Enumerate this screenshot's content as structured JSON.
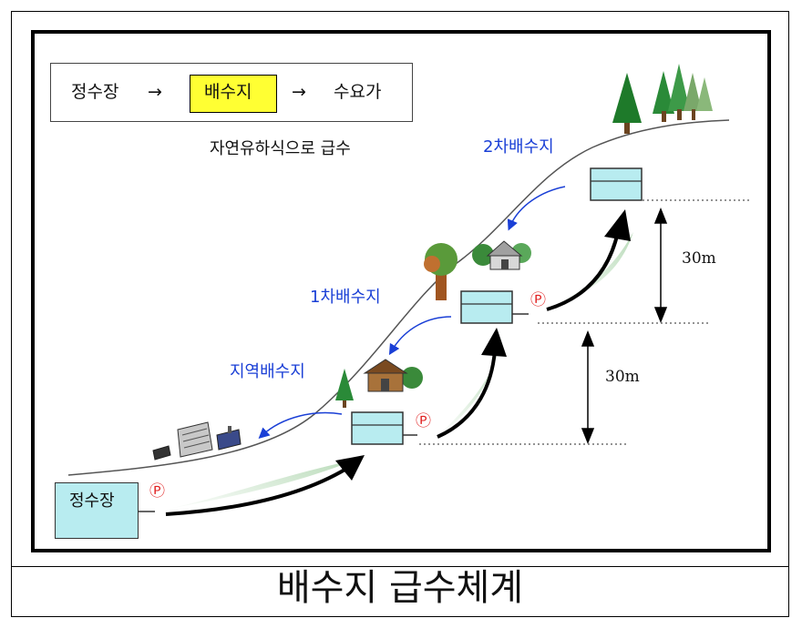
{
  "flow": {
    "source": "정수장",
    "arrow1": "→",
    "highlight": "배수지",
    "arrow2": "→",
    "destination": "수요가"
  },
  "note": "자연유하식으로 급수",
  "labels": {
    "secondary_reservoir": "2차배수지",
    "primary_reservoir": "1차배수지",
    "local_reservoir": "지역배수지",
    "plant": "정수장",
    "pump_symbol": "Ⓟ"
  },
  "dimensions": {
    "upper": "30m",
    "lower": "30m"
  },
  "caption": "배수지 급수체계",
  "colors": {
    "tank_fill": "#b8ecf0",
    "highlight": "#ffff33",
    "blue_text": "#1a3fd6",
    "pump": "#e02020"
  }
}
